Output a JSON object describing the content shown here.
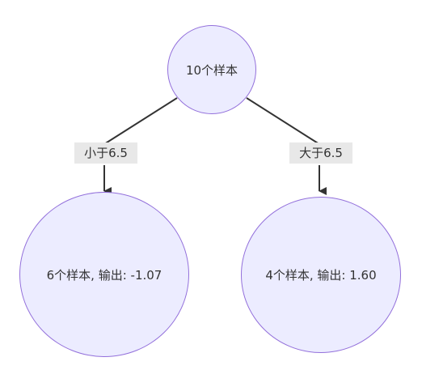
{
  "diagram": {
    "root": {
      "label": "10个样本"
    },
    "left_branch": {
      "condition": "小于6.5",
      "leaf_label": "6个样本, 输出: -1.07"
    },
    "right_branch": {
      "condition": "大于6.5",
      "leaf_label": "4个样本, 输出: 1.60"
    }
  },
  "colors": {
    "node_fill": "#ececff",
    "node_border": "#9370db",
    "edge_line": "#333333",
    "edge_label_background": "#e8e8e8",
    "text": "#333333"
  }
}
